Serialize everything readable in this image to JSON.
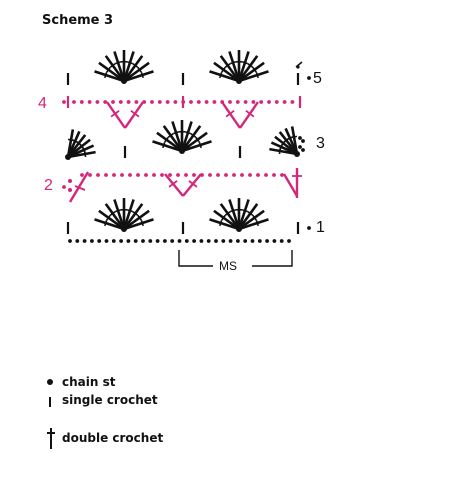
{
  "title": "Scheme 3",
  "row_labels": {
    "r1": "1",
    "r2": "2",
    "r3": "3",
    "r4": "4",
    "r5": "5"
  },
  "repeat_label": "MS",
  "colors": {
    "ink": "#111111",
    "accent": "#d4267a"
  },
  "legend": [
    {
      "symbol": "chain-dot-icon",
      "label": "chain st"
    },
    {
      "symbol": "single-crochet-icon",
      "label": "single crochet"
    },
    {
      "symbol": "double-crochet-icon",
      "label": "double crochet"
    }
  ]
}
